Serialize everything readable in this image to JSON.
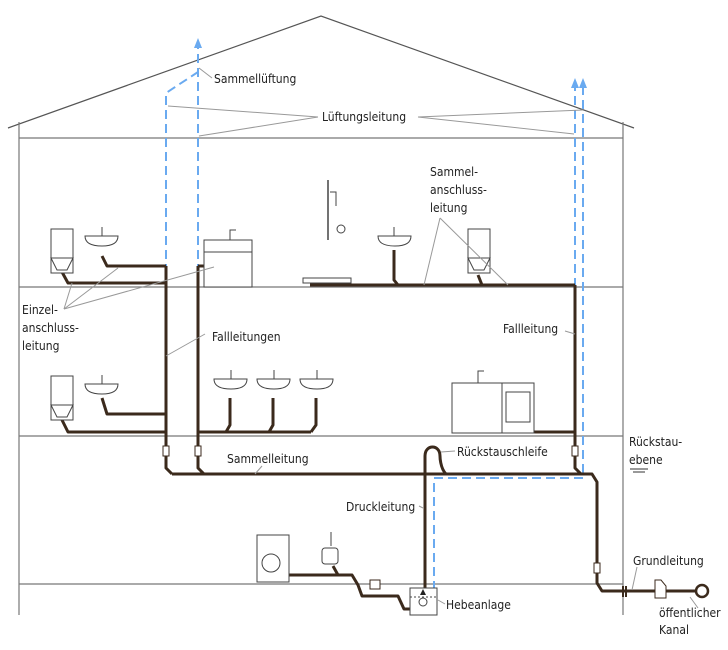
{
  "labels": {
    "sammelluftung": "Sammellüftung",
    "luftungsleitung": "Lüftungsleitung",
    "sammelanschluss": [
      "Sammel-",
      "anschluss-",
      "leitung"
    ],
    "einzelanschluss": [
      "Einzel-",
      "anschluss-",
      "leitung"
    ],
    "fallleitungen": "Fallleitungen",
    "fallleitung": "Fallleitung",
    "ruckstauebene": [
      "Rückstau-",
      "ebene"
    ],
    "sammelleitung": "Sammelleitung",
    "ruckstauschleife": "Rückstauschleife",
    "druckleitung": "Druckleitung",
    "hebeanlage": "Hebeanlage",
    "grundleitung": "Grundleitung",
    "kanal": [
      "öffentlicher",
      "Kanal"
    ]
  },
  "colors": {
    "waste_pipe": "#3b2a1c",
    "vent_pipe": "#6aaaf0",
    "walls": "#777777"
  }
}
